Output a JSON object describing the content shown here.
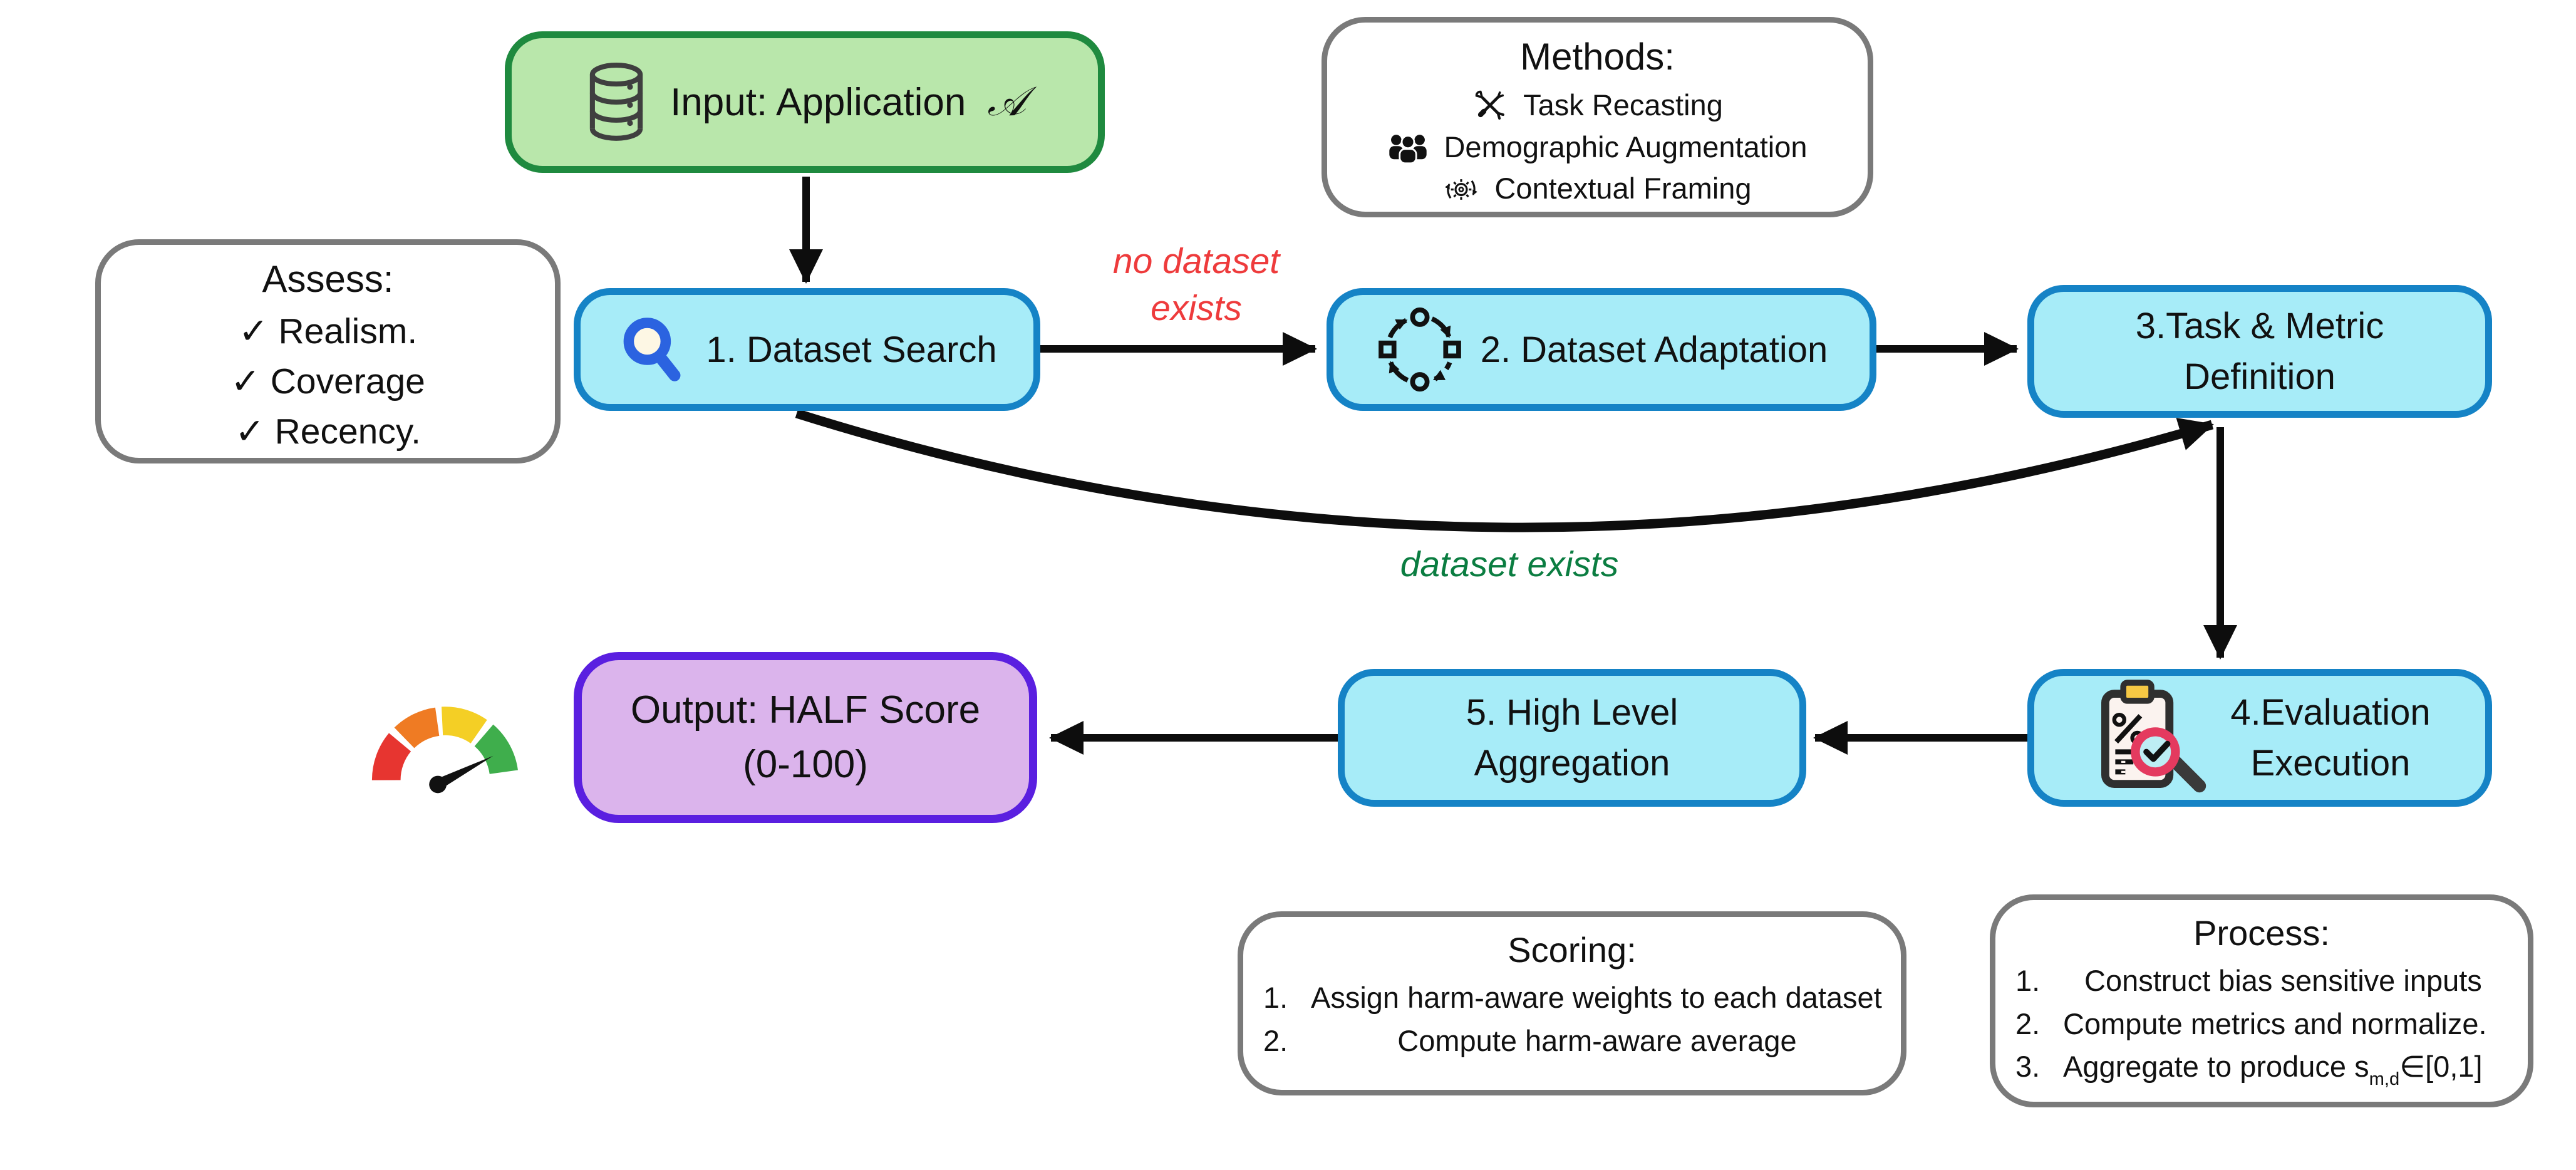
{
  "nodes": {
    "input": {
      "label": "Input: Application",
      "symbol": "𝒜"
    },
    "step1": {
      "label": "1. Dataset Search"
    },
    "step2": {
      "label": "2. Dataset Adaptation"
    },
    "step3": {
      "line1": "3.Task & Metric",
      "line2": "Definition"
    },
    "step4": {
      "line1": "4.Evaluation",
      "line2": "Execution"
    },
    "step5": {
      "line1": "5. High Level",
      "line2": "Aggregation"
    },
    "output": {
      "line1": "Output: HALF Score",
      "line2": "(0-100)"
    }
  },
  "annotations": {
    "methods": {
      "title": "Methods:",
      "items": [
        {
          "icon": "tools-icon",
          "label": "Task Recasting"
        },
        {
          "icon": "people-icon",
          "label": "Demographic Augmentation"
        },
        {
          "icon": "gear-refresh-icon",
          "label": "Contextual Framing"
        }
      ]
    },
    "assess": {
      "title": "Assess:",
      "items": [
        "✓ Realism.",
        "✓ Coverage",
        "✓ Recency."
      ]
    },
    "scoring": {
      "title": "Scoring:",
      "items": [
        {
          "num": "1.",
          "text": "Assign harm-aware weights to each dataset"
        },
        {
          "num": "2.",
          "text": "Compute harm-aware average"
        }
      ]
    },
    "process": {
      "title": "Process:",
      "items": [
        {
          "num": "1.",
          "text": "Construct bias sensitive inputs"
        },
        {
          "num": "2.",
          "text": "Compute metrics and normalize."
        },
        {
          "num": "3.",
          "text_pre": "Aggregate to produce s",
          "text_sub": "m,d",
          "text_post": "∈[0,1]"
        }
      ]
    }
  },
  "edge_labels": {
    "no_dataset": {
      "line1": "no dataset",
      "line2": "exists"
    },
    "dataset_exists": "dataset exists"
  },
  "colors": {
    "step_fill": "#a7ecf8",
    "step_border": "#1583c6",
    "input_fill": "#b9e7ab",
    "input_border": "#1f8a3f",
    "output_fill": "#dbb4ec",
    "output_border": "#5a1fe0",
    "note_border": "#7a7a7a",
    "arrow": "#0d0d0d",
    "no_dataset_label": "#ee3b3c",
    "dataset_exists_label": "#0b7d41",
    "gauge_segments": [
      "#e73530",
      "#ef7b23",
      "#f4cf25",
      "#3fae4c"
    ]
  }
}
